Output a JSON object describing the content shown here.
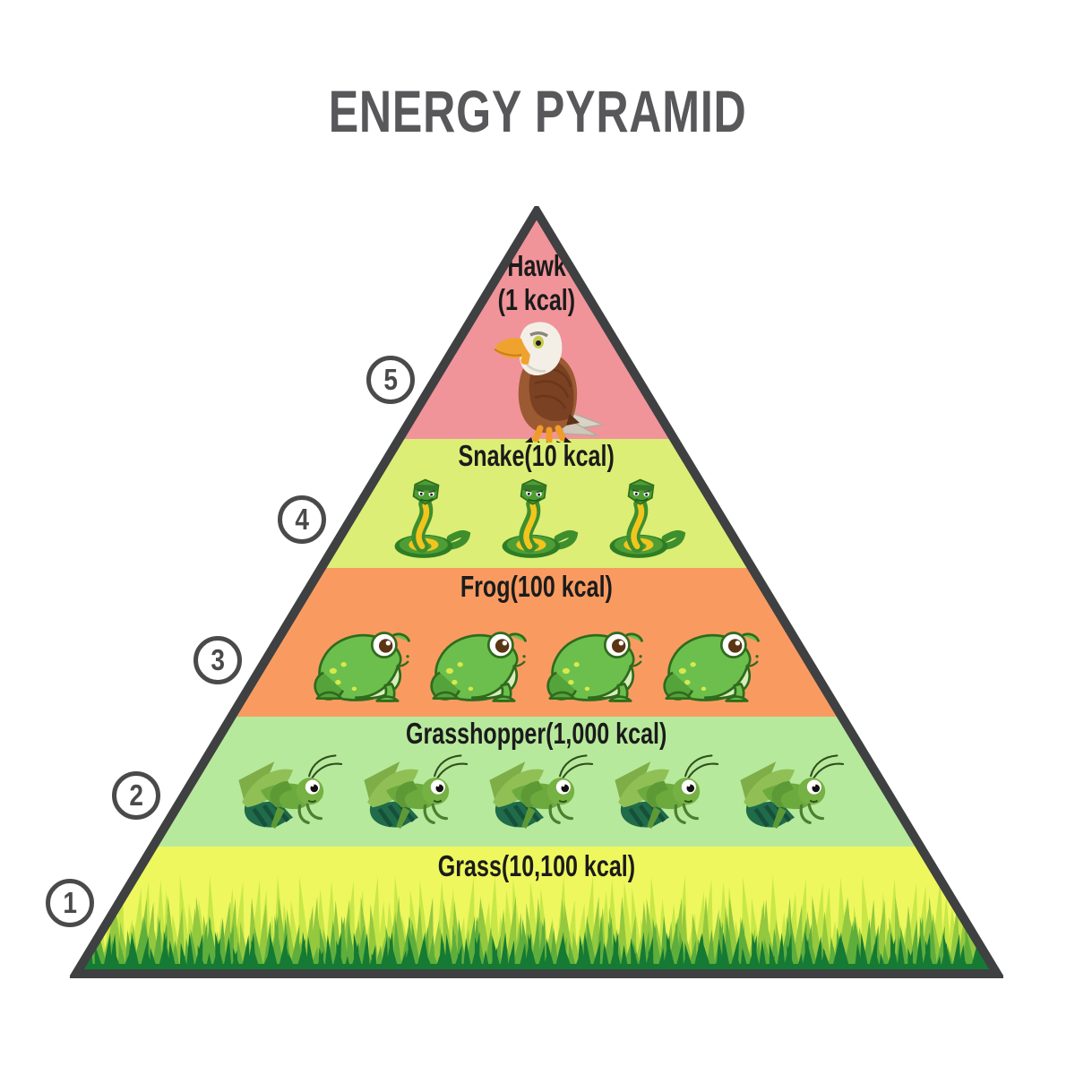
{
  "title": "ENERGY PYRAMID",
  "pyramid": {
    "border_color": "#3f4042",
    "title_color": "#58585b",
    "label_color": "#1b1b1b",
    "levels": [
      {
        "number": "5",
        "organism": "Hawk",
        "label": "Hawk",
        "sublabel": "(1 kcal)",
        "energy": "1 kcal",
        "count": 1,
        "color": "#f0949a"
      },
      {
        "number": "4",
        "organism": "Snake",
        "label": "Snake(10 kcal)",
        "energy": "10 kcal",
        "count": 3,
        "color": "#dcee75"
      },
      {
        "number": "3",
        "organism": "Frog",
        "label": "Frog(100 kcal)",
        "energy": "100 kcal",
        "count": 4,
        "color": "#f99b61"
      },
      {
        "number": "2",
        "organism": "Grasshopper",
        "label": "Grasshopper(1,000 kcal)",
        "energy": "1,000 kcal",
        "count": 5,
        "color": "#b7e99c"
      },
      {
        "number": "1",
        "organism": "Grass",
        "label": "Grass(10,100 kcal)",
        "energy": "10,100 kcal",
        "color": "#eef75e"
      }
    ]
  }
}
